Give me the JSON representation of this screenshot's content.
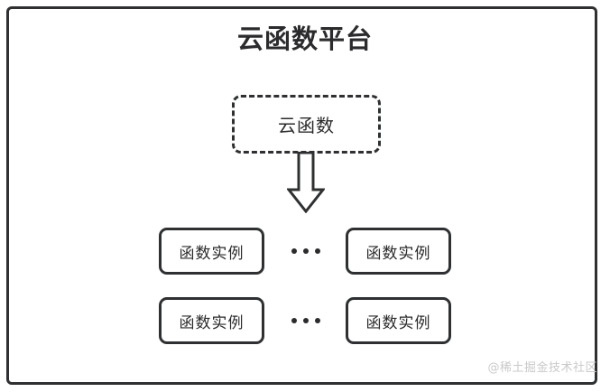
{
  "diagram": {
    "platform": {
      "title": "云函数平台"
    },
    "cloud_function": {
      "label": "云函数",
      "border_style": "dashed"
    },
    "arrow": {
      "icon_name": "down-block-arrow-icon",
      "direction": "down"
    },
    "rows": [
      {
        "left": {
          "label": "函数实例"
        },
        "ellipsis": "•••",
        "right": {
          "label": "函数实例"
        }
      },
      {
        "left": {
          "label": "函数实例"
        },
        "ellipsis": "•••",
        "right": {
          "label": "函数实例"
        }
      }
    ],
    "watermark": "@稀土掘金技术社区",
    "colors": {
      "stroke": "#2f3032",
      "text": "#2b2b2d",
      "background": "#ffffff",
      "watermark": "#c9c9cb"
    }
  }
}
